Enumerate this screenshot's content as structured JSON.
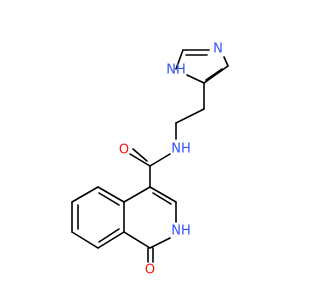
{
  "colors": {
    "bond": "#000000",
    "nitrogen": "#3050f8",
    "oxygen": "#ff0d0d",
    "background": "#ffffff"
  },
  "atoms": {
    "imidazole_nh": "NH",
    "imidazole_n": "N",
    "amide_nh": "NH",
    "amide_o": "O",
    "lactam_nh": "NH",
    "lactam_o": "O"
  }
}
